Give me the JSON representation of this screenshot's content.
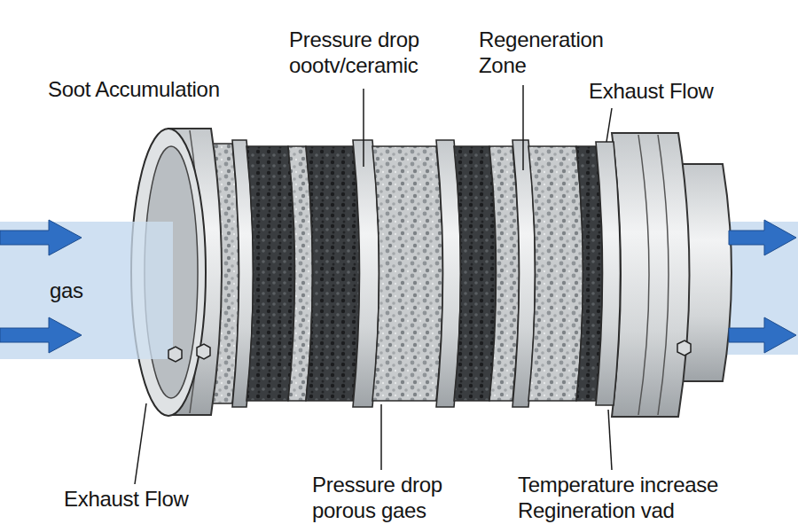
{
  "diagram": {
    "labels": [
      "Soot Accumulation",
      "Pressure drop oootv/ceramic",
      "Regeneration Zone",
      "Exhaust Flow",
      "gas",
      "Exhaust Flow",
      "Pressure drop porous gaes",
      "Temperature increase Regineration vad"
    ]
  }
}
